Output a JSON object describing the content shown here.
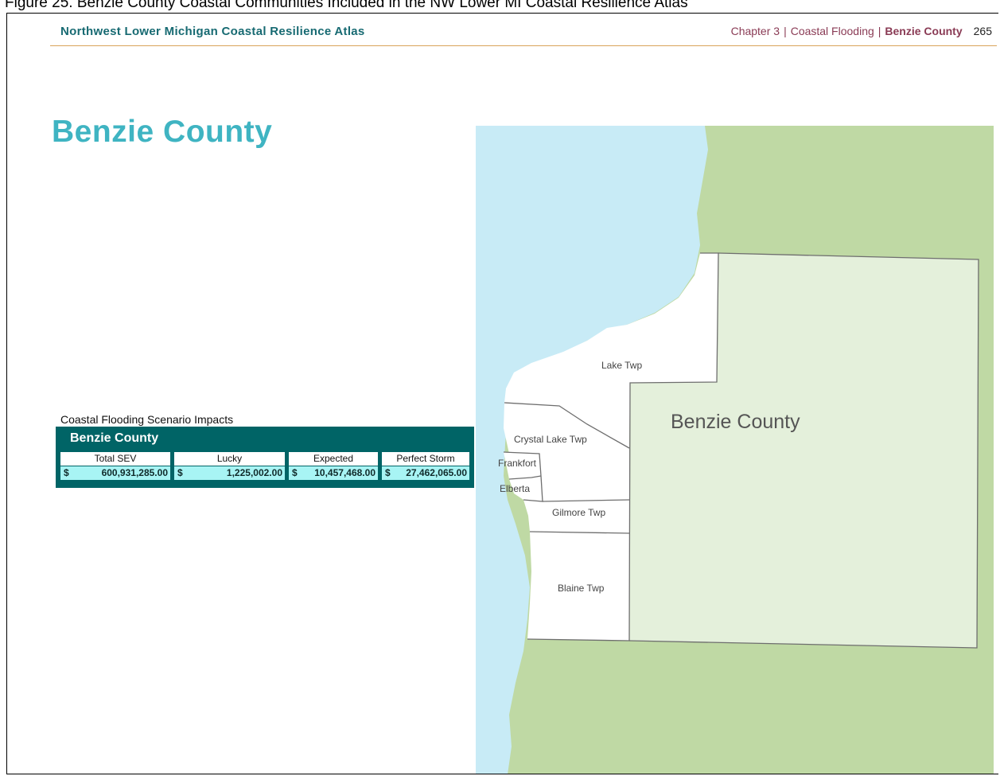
{
  "figure_caption": "Figure 25. Benzie County Coastal Communities Included in the NW Lower MI Coastal Resilience Atlas",
  "header": {
    "title": "Northwest Lower Michigan Coastal Resilience Atlas",
    "chapter": "Chapter 3",
    "section": "Coastal Flooding",
    "county": "Benzie County",
    "page_number": "265"
  },
  "page_title": "Benzie County",
  "impacts_table": {
    "caption": "Coastal Flooding Scenario Impacts",
    "county": "Benzie County",
    "columns": [
      "Total SEV",
      "Lucky",
      "Expected",
      "Perfect Storm"
    ],
    "currency_symbol": "$",
    "values": [
      "600,931,285.00",
      "1,225,002.00",
      "10,457,468.00",
      "27,462,065.00"
    ]
  },
  "map": {
    "county_label": "Benzie County",
    "township_labels": [
      "Lake Twp",
      "Crystal Lake Twp",
      "Frankfort",
      "Elberta",
      "Gilmore Twp",
      "Blaine Twp"
    ],
    "colors": {
      "water": "#c8ebf6",
      "land": "#bfd9a4",
      "county": "#e4f0db",
      "community": "#ffffff",
      "boundary": "#6e6e6e",
      "table_header": "#006466",
      "table_values": "#a8f4f4"
    }
  }
}
